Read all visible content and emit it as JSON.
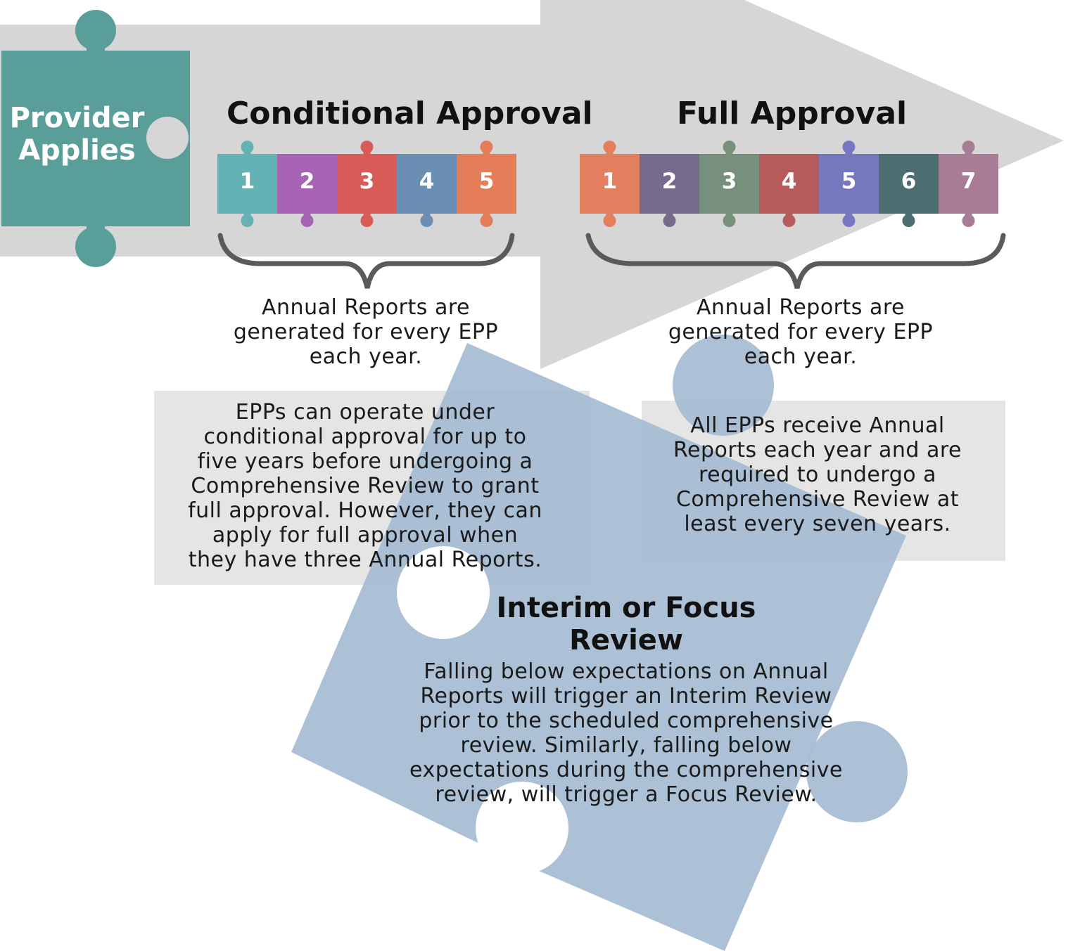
{
  "provider": {
    "line1": "Provider",
    "line2": "Applies",
    "color": "#599e99"
  },
  "conditional": {
    "title": "Conditional Approval",
    "pieces": [
      {
        "label": "1",
        "color": "#65b2b4"
      },
      {
        "label": "2",
        "color": "#a763b4"
      },
      {
        "label": "3",
        "color": "#d95b57"
      },
      {
        "label": "4",
        "color": "#6b8fb3"
      },
      {
        "label": "5",
        "color": "#e37e59"
      }
    ],
    "caption": [
      "Annual Reports are",
      "generated for every EPP",
      "each year."
    ],
    "box_text": [
      "EPPs can operate under",
      "conditional approval for up to",
      "five years before undergoing a",
      "Comprehensive Review to grant",
      "full approval. However, they can",
      "apply for full approval when",
      "they have three Annual Reports."
    ]
  },
  "full": {
    "title": "Full Approval",
    "pieces": [
      {
        "label": "1",
        "color": "#e17f5f"
      },
      {
        "label": "2",
        "color": "#766a8d"
      },
      {
        "label": "3",
        "color": "#76907b"
      },
      {
        "label": "4",
        "color": "#b65b5c"
      },
      {
        "label": "5",
        "color": "#7577bf"
      },
      {
        "label": "6",
        "color": "#4c6e71"
      },
      {
        "label": "7",
        "color": "#a87c95"
      }
    ],
    "caption": [
      "Annual Reports are",
      "generated for every EPP",
      "each year."
    ],
    "box_text": [
      "All EPPs receive Annual",
      "Reports each year and are",
      "required to undergo a",
      "Comprehensive Review at",
      "least every seven years."
    ]
  },
  "interim": {
    "title_line1": "Interim or Focus",
    "title_line2": "Review",
    "text": [
      "Falling below expectations on Annual",
      "Reports will trigger an Interim Review",
      "prior to the scheduled comprehensive",
      "review. Similarly, falling below",
      "expectations during the comprehensive",
      "review, will trigger a Focus Review."
    ],
    "color": "#a3b9d2"
  },
  "colors": {
    "arrow": "#d6d6d6",
    "brace": "#5a5a5a",
    "box": "#e5e5e5"
  }
}
